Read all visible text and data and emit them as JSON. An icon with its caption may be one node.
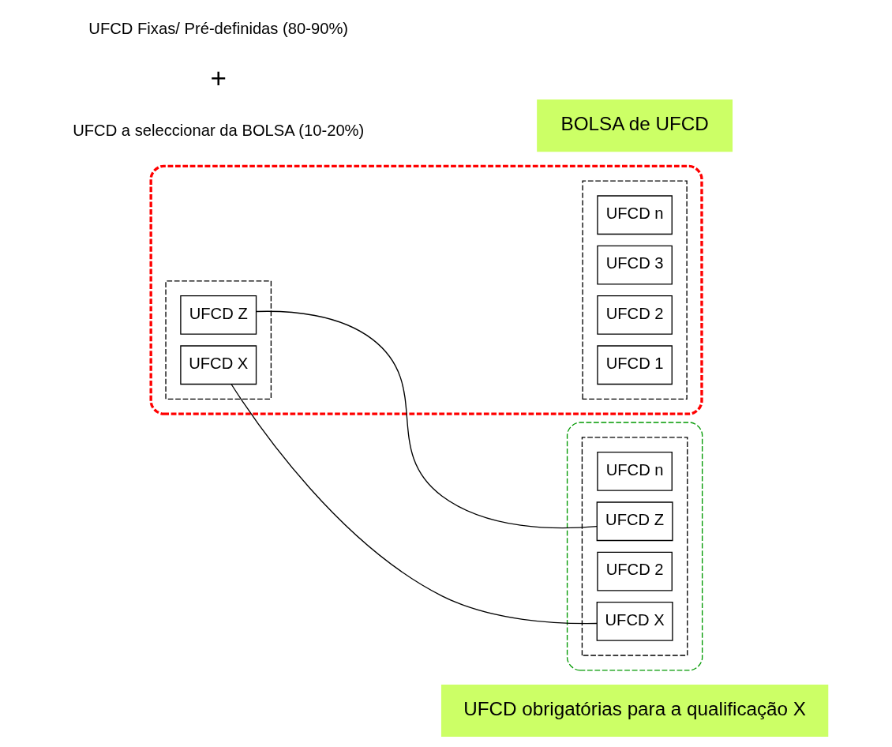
{
  "diagram": {
    "nodes": [
      {
        "text": [
          "UFCD obrigatórias para a qualificação X"
        ]
      },
      {
        "text": [],
        "shape": "ellipse"
      },
      {
        "text": [],
        "shape": "box",
        "in": 1
      },
      {
        "text": [
          "UFCD 1"
        ],
        "in": 2
      },
      {
        "text": [
          "UFCD 2"
        ],
        "in": 2
      },
      {
        "text": [
          "UFCD 3"
        ],
        "in": 2
      },
      {
        "text": [
          "UFCD n"
        ],
        "in": 2
      },
      {
        "text": [],
        "shape": "box",
        "in": 1
      },
      {
        "text": [
          "UFCD X"
        ],
        "in": 7
      },
      {
        "text": [
          "UFCD Z"
        ],
        "in": 7
      },
      {
        "text": [
          "BOLSA de UFCD"
        ]
      },
      {
        "text": [],
        "shape": "ellipse"
      },
      {
        "text": [],
        "shape": "box",
        "in": 11
      },
      {
        "text": [
          "UFCD X"
        ],
        "in": 12
      },
      {
        "text": [
          "UFCD 2"
        ],
        "in": 12
      },
      {
        "text": [
          "UFCD Z"
        ],
        "in": 12
      },
      {
        "text": [
          "UFCD n"
        ],
        "in": 12
      }
    ],
    "edges": [
      {
        "from": 8,
        "to": 13,
        "arrow": "none"
      },
      {
        "from": 9,
        "to": 15,
        "arrow": "none"
      }
    ],
    "labels": [
      "UFCD Fixas/ Pré-definidas (80-90%)",
      "+",
      "UFCD a seleccionar da BOLSA (10-20%)"
    ]
  }
}
